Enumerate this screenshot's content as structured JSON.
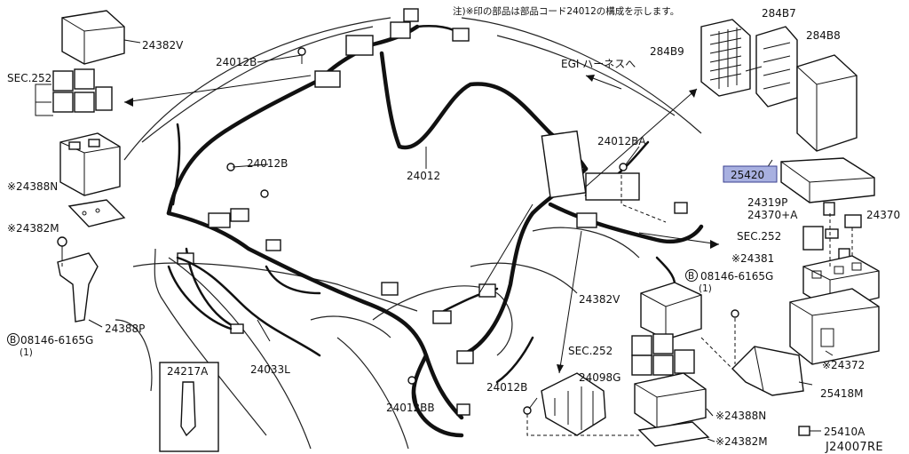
{
  "note": "注)※印の部品は部品コード24012の構成を示します。",
  "diagram_code": "J24007RE",
  "highlight_color": "#a8b0e0",
  "labels": {
    "p24382V_top": "24382V",
    "sec252_left": "SEC.252",
    "p24388N_left": "※24388N",
    "p24382M_left": "※24382M",
    "p24388P": "24388P",
    "bolt_left": "08146-6165G",
    "bolt_left_qty": "(1)",
    "p24012B_1": "24012B",
    "p24012B_2": "24012B",
    "p24012": "24012",
    "p24033L": "24033L",
    "p24217A": "24217A",
    "p24012BB": "24012BB",
    "egi": "EGI ハーネスへ",
    "p284B7": "284B7",
    "p284B9": "284B9",
    "p284B8": "284B8",
    "p24012BA": "24012BA",
    "p25420": "25420",
    "p24319P": "24319P",
    "p24370A": "24370+A",
    "p24370": "24370",
    "sec252_right": "SEC.252",
    "p24381": "※24381",
    "bolt_right": "08146-6165G",
    "bolt_right_qty": "(1)",
    "p24382V_bottom": "24382V",
    "sec252_bottom": "SEC.252",
    "p24098G": "24098G",
    "p24012B_3": "24012B",
    "p24372": "※24372",
    "p25418M": "25418M",
    "p24388N_bottom": "※24388N",
    "p24382M_bottom": "※24382M",
    "p25410A": "25410A",
    "bolt_symbol": "B"
  }
}
